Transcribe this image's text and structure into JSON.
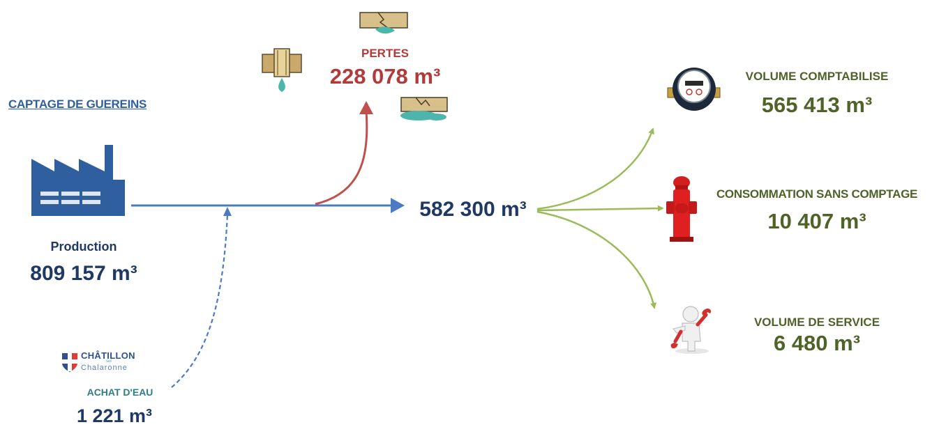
{
  "source": {
    "title": "CAPTAGE DE GUEREINS"
  },
  "production": {
    "label": "Production",
    "value": "809 157 m³"
  },
  "pertes": {
    "label": "PERTES",
    "value": "228 078 m³"
  },
  "center": {
    "value": "582 300 m³"
  },
  "outputs": [
    {
      "label": "VOLUME COMPTABILISE",
      "value": "565 413 m³"
    },
    {
      "label": "CONSOMMATION SANS COMPTAGE",
      "value": "10 407 m³"
    },
    {
      "label": "VOLUME DE SERVICE",
      "value": "6 480 m³"
    }
  ],
  "achat": {
    "label": "ACHAT D'EAU",
    "value": "1 221 m³",
    "logo": {
      "name": "CHÂTILLON",
      "connector": "sur",
      "subname": "Chalaronne"
    }
  },
  "colors": {
    "main_flow": "#4a7bc3",
    "loss_flow": "#c0504d",
    "output_flow": "#9bbb59",
    "blue_text": "#1f3864",
    "red_text": "#b23a3a",
    "green_text": "#4f6228"
  },
  "icons": [
    "factory-icon",
    "leaking-pipe-icon",
    "broken-pipe-icon",
    "water-puddle-icon",
    "water-meter-icon",
    "fire-hydrant-icon",
    "worker-wrench-icon",
    "chatillon-logo"
  ]
}
